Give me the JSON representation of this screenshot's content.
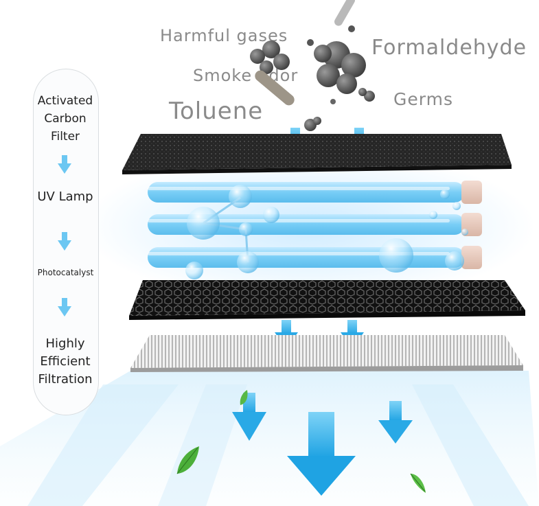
{
  "pollutants": {
    "harmful_gases": "Harmful gases",
    "formaldehyde": "Formaldehyde",
    "smoke_odor": "Smoke odor",
    "toluene": "Toluene",
    "germs": "Germs"
  },
  "steps": {
    "carbon_line1": "Activated",
    "carbon_line2": "Carbon",
    "carbon_line3": "Filter",
    "uv": "UV Lamp",
    "photo": "Photocatalyst",
    "hepa_line1": "Highly",
    "hepa_line2": "Efficient",
    "hepa_line3": "Filtration"
  },
  "colors": {
    "arrow_blue": "#29a9e6",
    "tube_blue": "#7fd0f5",
    "filter_dark": "#1e1e1e",
    "text_gray": "#8a8a8a",
    "leaf_green": "#4caf3a"
  }
}
